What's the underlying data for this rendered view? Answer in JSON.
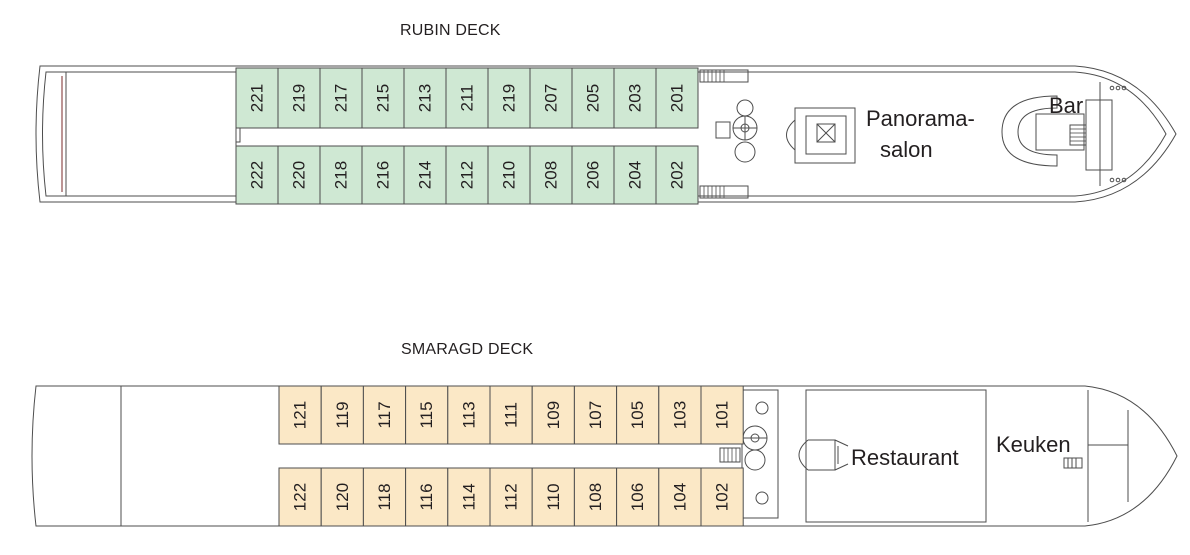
{
  "decks": [
    {
      "name": "RUBIN DECK",
      "cabin_color": "#cfe8d3",
      "cabins_top": [
        "221",
        "219",
        "217",
        "215",
        "213",
        "211",
        "219",
        "207",
        "205",
        "203",
        "201"
      ],
      "cabins_bottom": [
        "222",
        "220",
        "218",
        "216",
        "214",
        "212",
        "210",
        "208",
        "206",
        "204",
        "202"
      ],
      "rooms": [
        "Panorama-",
        "salon",
        "Bar"
      ]
    },
    {
      "name": "SMARAGD DECK",
      "cabin_color": "#fbe8c6",
      "cabins_top": [
        "121",
        "119",
        "117",
        "115",
        "113",
        "111",
        "109",
        "107",
        "105",
        "103",
        "101"
      ],
      "cabins_bottom": [
        "122",
        "120",
        "118",
        "116",
        "114",
        "112",
        "110",
        "108",
        "106",
        "104",
        "102"
      ],
      "rooms": [
        "Restaurant",
        "Keuken"
      ]
    }
  ],
  "line_color": "#4d4d4d"
}
